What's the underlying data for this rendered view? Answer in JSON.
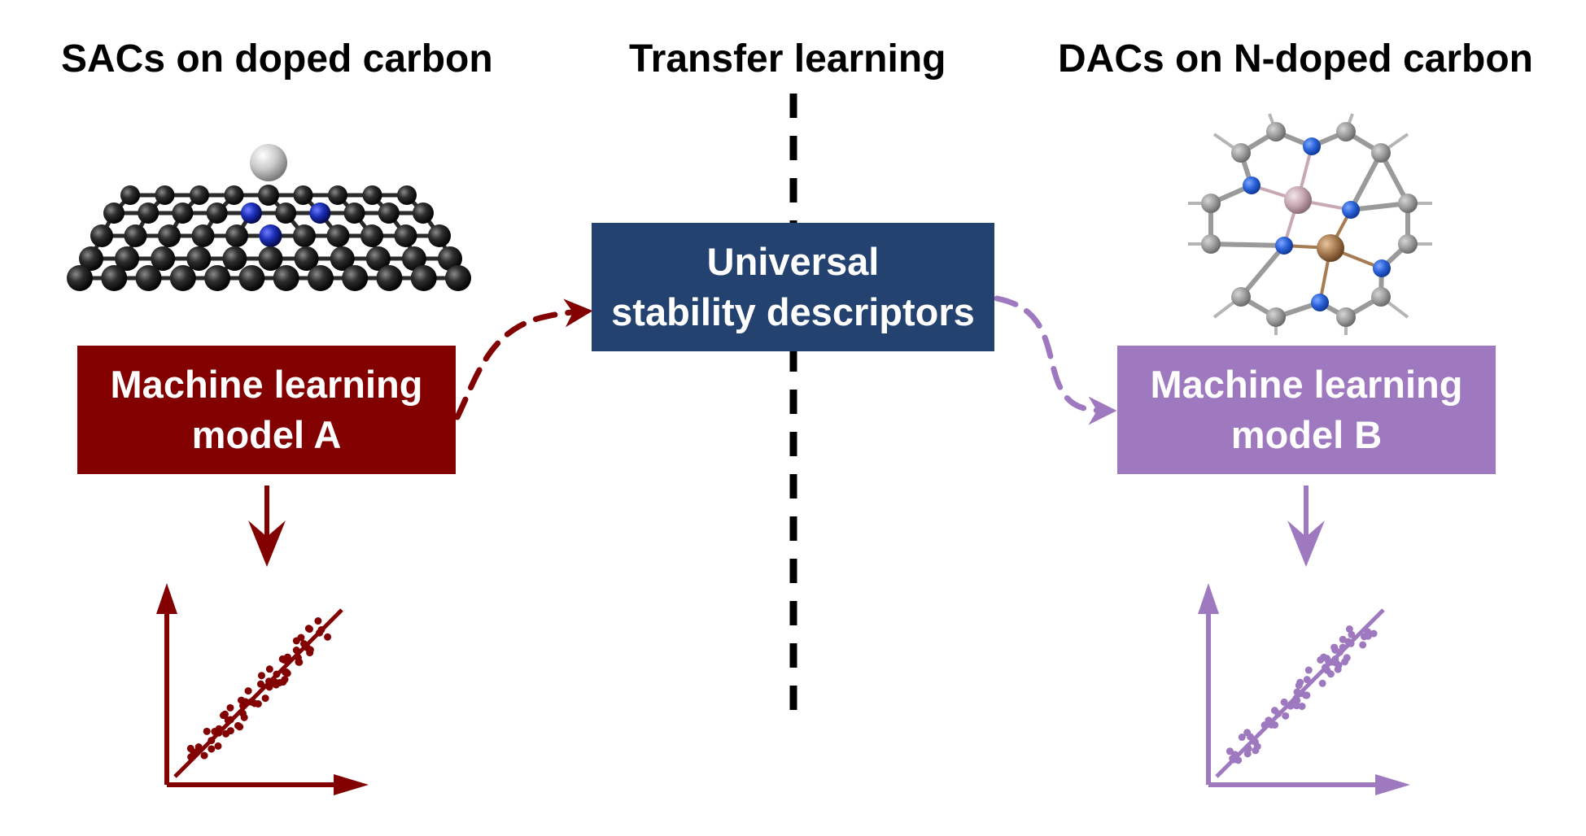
{
  "headings": {
    "left": "SACs on doped carbon",
    "middle": "Transfer learning",
    "right": "DACs on N-doped carbon"
  },
  "boxes": {
    "descriptors": {
      "line1": "Universal",
      "line2": "stability descriptors",
      "color": "#23426f"
    },
    "model_a": {
      "line1": "Machine learning",
      "line2": "model A",
      "color": "#820000"
    },
    "model_b": {
      "line1": "Machine learning",
      "line2": "model B",
      "color": "#9e79bf"
    }
  },
  "colors": {
    "model_a_accent": "#820000",
    "model_b_accent": "#9e79bf",
    "descriptor_box": "#23426f",
    "divider": "#000000",
    "carbon_atom_dark": "#2a2a2a",
    "nitrogen_atom_blue": "#1c2fb8",
    "carbon_atom_grey": "#9a9a9a",
    "nitrogen_atom_light_blue": "#2a63d8",
    "metal_atom_1": "#c7a8b3",
    "metal_atom_2": "#a77b52"
  },
  "icons": {
    "sac_structure": "single-atom-catalyst-structure-icon",
    "dac_structure": "dual-atom-catalyst-structure-icon",
    "parity_plot_a": "parity-plot-icon",
    "parity_plot_b": "parity-plot-icon"
  }
}
